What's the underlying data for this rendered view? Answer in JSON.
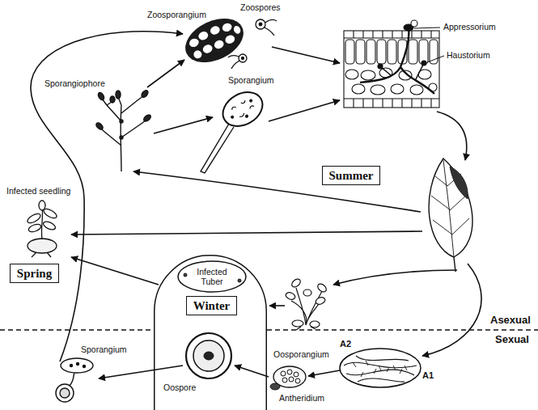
{
  "diagram": {
    "nodes": [
      {
        "text": [
          "Summer"
        ]
      },
      {
        "text": [
          "Spring"
        ]
      },
      {
        "text": [
          "Infected Tuber",
          "Oospore"
        ]
      },
      {
        "text": [
          "Winter"
        ],
        "in": 2
      }
    ],
    "labels": [
      "Zoosporangium",
      "Zoospores",
      "Appressorium",
      "Haustorium",
      "Sporangiophore",
      "Sporangium",
      "Infected seedling",
      "Asexual",
      "Sexual",
      "Sporangium",
      "A2",
      "Oosporangium",
      "A1",
      "Antheridium"
    ]
  }
}
